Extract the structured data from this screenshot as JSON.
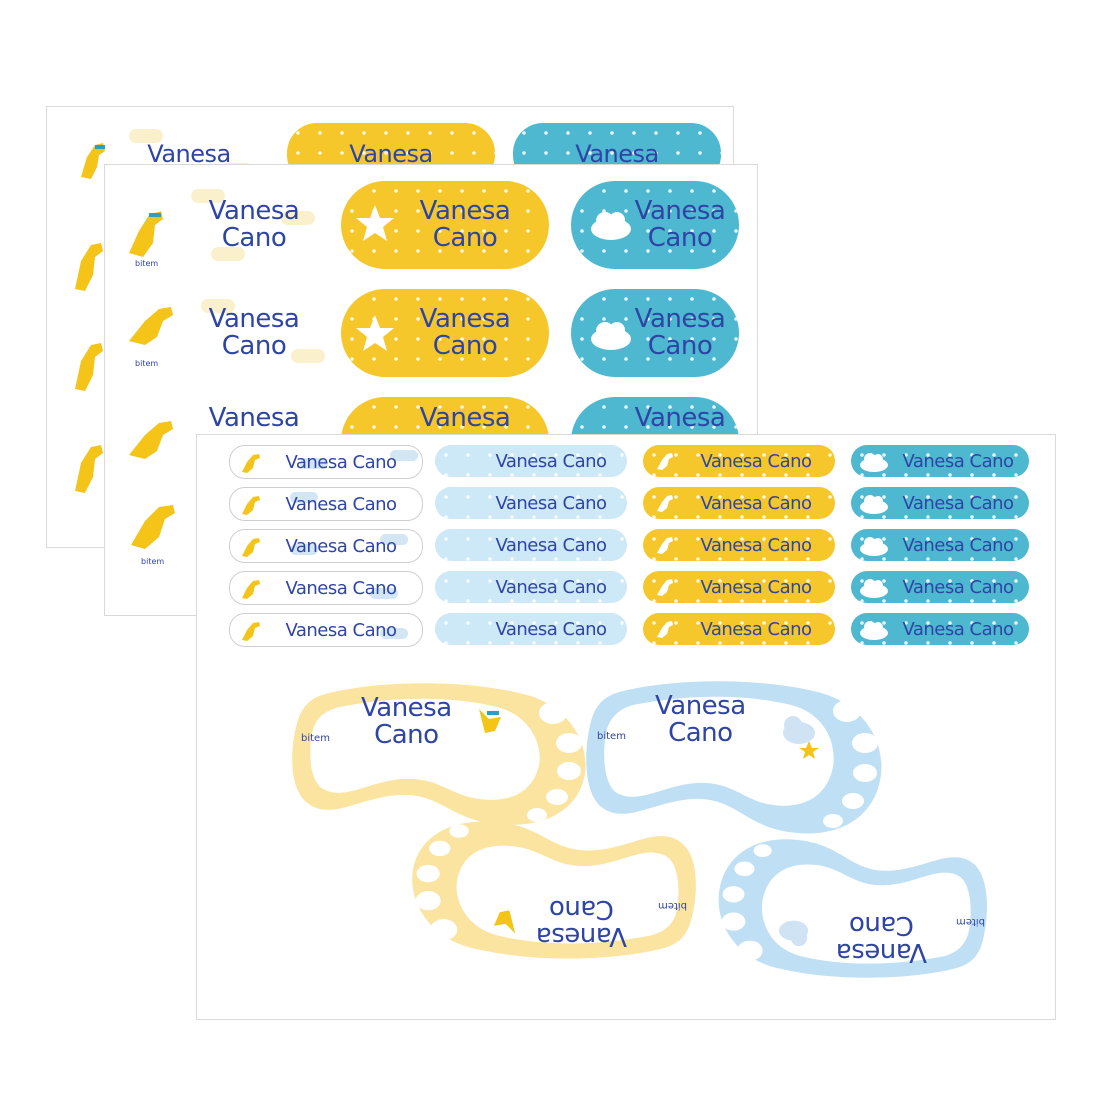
{
  "name_first": "Vanesa",
  "name_last": "Cano",
  "name_full": "Vanesa Cano",
  "brand": "bitem",
  "colors": {
    "yellow": "#f6c72b",
    "teal": "#4db8cf",
    "light_blue": "#cde8f6",
    "text_blue": "#2f45a6",
    "foot_yellow": "#fbe3a0",
    "foot_blue": "#bfe0f4"
  }
}
